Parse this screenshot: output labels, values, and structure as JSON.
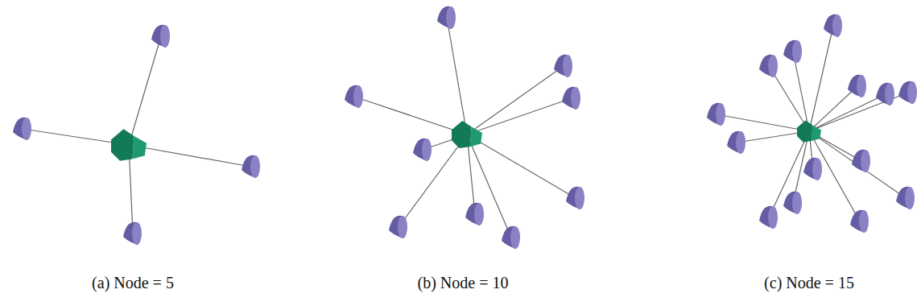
{
  "diagram": {
    "labels": [
      "(a) Node = 5",
      "(b) Node = 10",
      "(c) Node = 15"
    ]
  }
}
